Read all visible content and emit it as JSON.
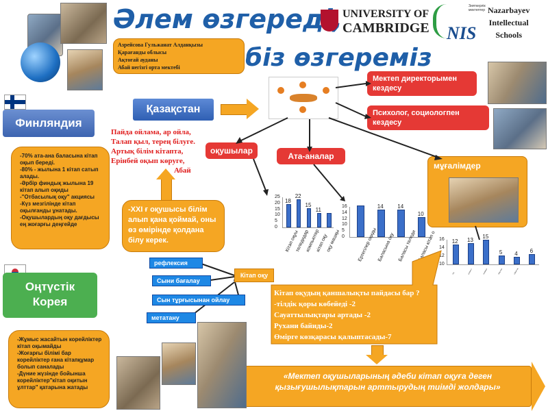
{
  "title_line1": "Әлем өзгереді,",
  "title_line2": "біз өзгереміз",
  "author": {
    "line1": "Азрейсова Гульжанат Алданқызы",
    "line2": "Қарағанды облысы",
    "line3": "Ақтоғай ауданы",
    "line4": "Абай негізгі орта мектебі"
  },
  "logos": {
    "cambridge_line1": "UNIVERSITY OF",
    "cambridge_line2": "CAMBRIDGE",
    "nis": "NIS",
    "nis_small1": "Зияткерлік мектептер",
    "nazarbayev1": "Nazarbayev",
    "nazarbayev2": "Intellectual",
    "nazarbayev3": "Schools"
  },
  "finland": {
    "label": "Финляндия",
    "items": [
      "-70% ата-ана баласына кітап оқып береді.",
      "-80% - жылына 1 кітап сатып алады.",
      "-Әрбір финдық жылына 19 кітап алып оқиды",
      "-\"Отбасылық оқу\" акциясы",
      "-Күз мезгілінде кітап оқылғанды ұнатады.",
      "-Оқушылардың оқу дағдысы ең жоғарғы деңгейде"
    ]
  },
  "korea": {
    "label1": "Оңтүстік",
    "label2": "Корея",
    "items": [
      "-Жұмыс жасайтын корейліктер кітап оқымайды",
      "-Жоғарғы білімі бар корейліктер ғана кітапқұмар болып саналады",
      "-Дүние жүзінде бойынша корейліктер\"кітап оқитын ұлттар\" қатарына жатады"
    ]
  },
  "kazakhstan": {
    "label": "Қазақстан"
  },
  "abai_quote": {
    "line1": "Пайда ойлама, ар ойла,",
    "line2": "Талап қыл, терең білуге.",
    "line3": "Артық білім кітапта,",
    "line4": "Ерінбей оқып көруге,",
    "author": "Абай"
  },
  "meetings": {
    "director": "Мектеп директорымен кездесу",
    "psychologist": "Психолог, социологпен кездесу"
  },
  "groups": {
    "students": "оқушылар",
    "parents": "Ата-аналар",
    "teachers": "мұғалімдер"
  },
  "xxi": "-XXI ғ оқушысы білім алып қана қоймай, оны өз өмірінде қолдана білу керек.",
  "method_tags": {
    "reflection": "рефлексия",
    "assessment": "Сыни бағалау",
    "critical": "Сын тұрғысынан ойлау",
    "metacognition": "метатану",
    "reading": "Кітап оқу"
  },
  "benefits": {
    "line1": "Кітап оқудың қаншалықты пайдасы бар ?",
    "line2": "-тілдік қоры көбейеді -2",
    "line3": "Сауаттылықтары артады -2",
    "line4": "Рухани байиды-2",
    "line5": "Өмірге көзқарасы қалыптасады-7"
  },
  "conclusion": "«Мектеп оқушыларының әдеби кітап оқуға деген қызығушылықтарын арттырудың тиімді жолдары»",
  "chart_data": [
    {
      "type": "bar",
      "categories": [
        "Кітап оқуы",
        "теледидар",
        "компьютер",
        "кітап оқу",
        "оқу машқы"
      ],
      "values": [
        18,
        22,
        15,
        11,
        11
      ],
      "value_labels": [
        "18",
        "22",
        "15",
        "11",
        ""
      ],
      "ylim": [
        0,
        25
      ],
      "yticks": [
        "25",
        "20",
        "15",
        "10",
        "5",
        "0"
      ]
    },
    {
      "type": "bar",
      "categories": [
        "Ертегілер оқиды",
        "Баласына оқу",
        "Баласы теледи",
        "Баласы кітап о"
      ],
      "values": [
        16,
        14,
        14,
        10
      ],
      "value_labels": [
        "",
        "14",
        "14",
        "10"
      ],
      "ylim": [
        0,
        16
      ],
      "yticks": [
        "16",
        "14",
        "12",
        "10",
        "5",
        "0"
      ]
    },
    {
      "type": "bar",
      "categories": [
        "оқу",
        "рухани к",
        "конфере",
        "пікірталь",
        "сайыстар"
      ],
      "values": [
        12,
        13,
        15,
        5,
        4,
        6
      ],
      "value_labels": [
        "12",
        "13",
        "15",
        "5",
        "4",
        "6"
      ],
      "ylim": [
        0,
        16
      ],
      "yticks": [
        "16",
        "14",
        "12",
        "10"
      ]
    }
  ]
}
